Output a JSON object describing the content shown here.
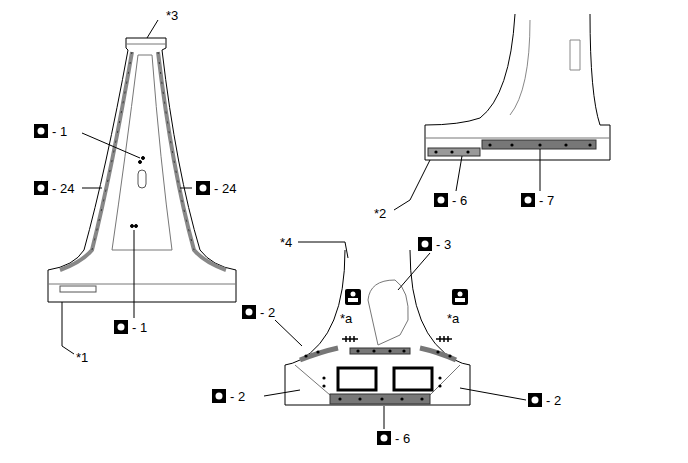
{
  "diagram": {
    "labels": [
      "*3",
      "- 1",
      "- 24",
      "- 24",
      "- 1",
      "*1",
      "*2",
      "- 6",
      "- 7",
      "*4",
      "- 3",
      "*a",
      "*a",
      "- 2",
      "- 2",
      "- 2",
      "- 6"
    ]
  }
}
